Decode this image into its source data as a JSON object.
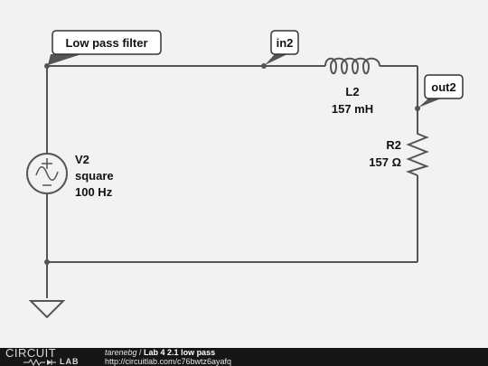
{
  "nodes": {
    "low_pass": "Low pass filter",
    "in2": "in2",
    "out2": "out2"
  },
  "source": {
    "name": "V2",
    "type": "square",
    "freq": "100 Hz"
  },
  "inductor": {
    "name": "L2",
    "value": "157 mH"
  },
  "resistor": {
    "name": "R2",
    "value": "157 Ω"
  },
  "footer": {
    "logo_top": "CIRCUIT",
    "logo_bottom": "LAB",
    "author": "tarenebg",
    "separator": " / ",
    "title": "Lab 4 2.1 low pass",
    "url": "http://circuitlab.com/c76bwtz6ayafq"
  }
}
